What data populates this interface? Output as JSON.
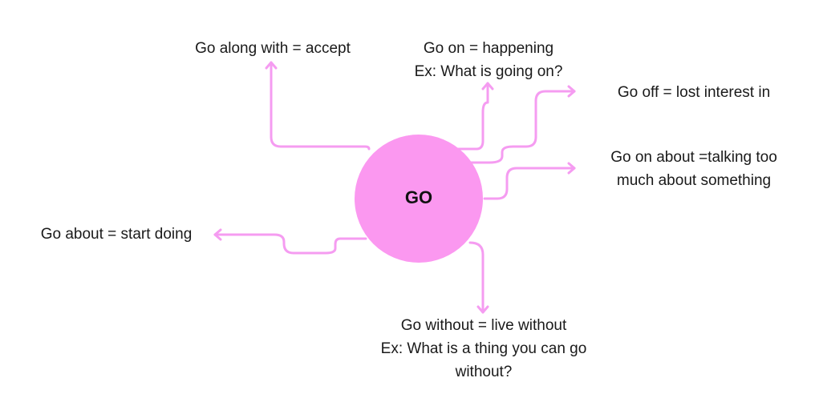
{
  "center": {
    "label": "GO",
    "color": "#fb98f0"
  },
  "connector_color": "#f59cf1",
  "nodes": [
    {
      "id": "go-along-with",
      "lines": [
        "Go along with = accept"
      ]
    },
    {
      "id": "go-on",
      "lines": [
        "Go on = happening",
        "Ex: What is going on?"
      ]
    },
    {
      "id": "go-off",
      "lines": [
        "Go off = lost interest in"
      ]
    },
    {
      "id": "go-on-about",
      "lines": [
        "Go on about =talking too",
        "much about something"
      ]
    },
    {
      "id": "go-about",
      "lines": [
        "Go about = start doing"
      ]
    },
    {
      "id": "go-without",
      "lines": [
        "Go without = live without",
        "Ex: What is a thing you can go",
        "without?"
      ]
    }
  ]
}
